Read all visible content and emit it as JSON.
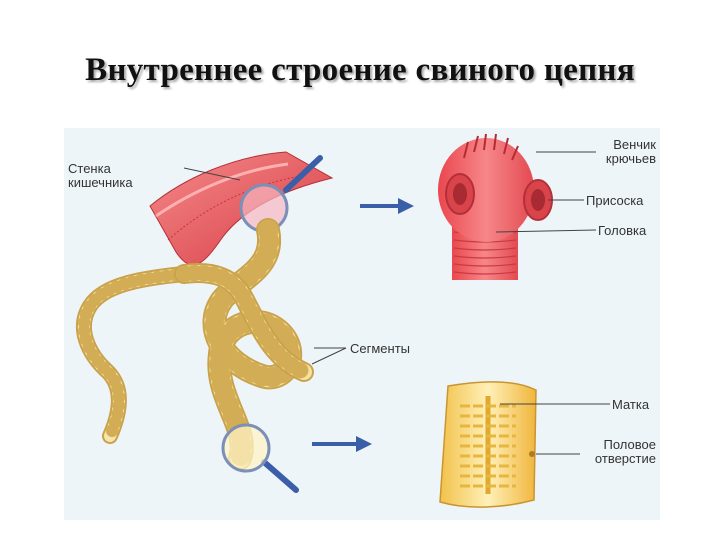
{
  "title": "Внутреннее строение свиного цепня",
  "labels": {
    "intestine_wall": [
      "Стенка",
      "кишечника"
    ],
    "hooks": [
      "Венчик",
      "крючьев"
    ],
    "sucker": "Присоска",
    "head": "Головка",
    "segments": "Сегменты",
    "uterus": "Матка",
    "genital_pore": [
      "Половое",
      "отверстие"
    ]
  },
  "colors": {
    "arrow": "#3b5ea8",
    "background": "#eef5f9",
    "tissue": "#e8555a",
    "segment": "#f3e3a8"
  }
}
